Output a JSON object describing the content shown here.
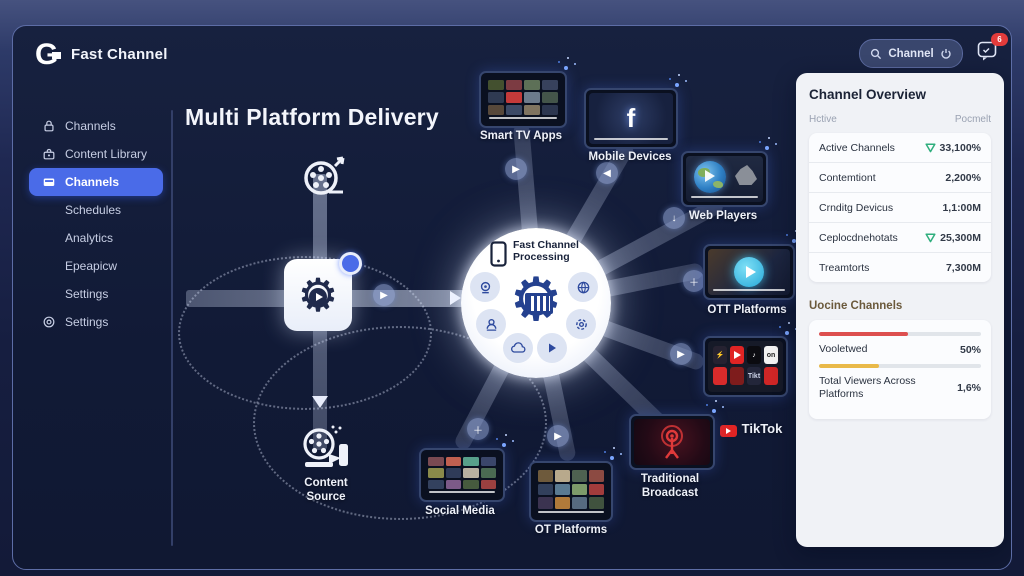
{
  "app": {
    "brand": "Fast Channel",
    "logo_letter": "G",
    "search_label": "Channel",
    "notification_count": "6"
  },
  "sidebar": {
    "items": [
      {
        "label": "Channels"
      },
      {
        "label": "Content Library"
      },
      {
        "label": "Channels"
      },
      {
        "label": "Schedules"
      },
      {
        "label": "Analytics"
      },
      {
        "label": "Epeapicw"
      },
      {
        "label": "Settings"
      },
      {
        "label": "Settings"
      }
    ]
  },
  "diagram": {
    "title": "Multi Platform Delivery",
    "hub_line1": "Fast Channel",
    "hub_line2": "Processing",
    "nodes": {
      "smart_tv": "Smart TV Apps",
      "mobile": "Mobile Devices",
      "web": "Web Players",
      "ott_right": "OTT Platforms",
      "tiktok": "TikTok",
      "broadcast_line1": "Traditional",
      "broadcast_line2": "Broadcast",
      "ott_bottom": "OT Platforms",
      "social": "Social Media",
      "source_line1": "Content",
      "source_line2": "Source"
    },
    "mobile_logo": "f",
    "tiktok_tile_on": "on",
    "tiktok_tile_note": "♪",
    "tiktok_tile_bolt": "⚡",
    "tiktok_tile_label": "Tikt"
  },
  "overview": {
    "title": "Channel Overview",
    "col_left": "Hctive",
    "col_right": "Pocmelt",
    "rows": [
      {
        "label": "Active Channels",
        "value": "33,100%"
      },
      {
        "label": "Contemtiont",
        "value": "2,200%"
      },
      {
        "label": "Crnditg Devicus",
        "value": "1,1:00M"
      },
      {
        "label": "Ceplocdnehotats",
        "value": "25,300M"
      },
      {
        "label": "Treamtorts",
        "value": "7,300M"
      }
    ],
    "section": {
      "title": "Uocine Channels",
      "bars": [
        {
          "label": "Vooletwed",
          "value": "50%",
          "width": "55%",
          "color": "#dd4f4f"
        },
        {
          "label": "Total Viewers Across Platforms",
          "value": "1,6%",
          "width": "37%",
          "color": "#e9b949"
        }
      ]
    },
    "accent_green": "#2fae7d"
  }
}
